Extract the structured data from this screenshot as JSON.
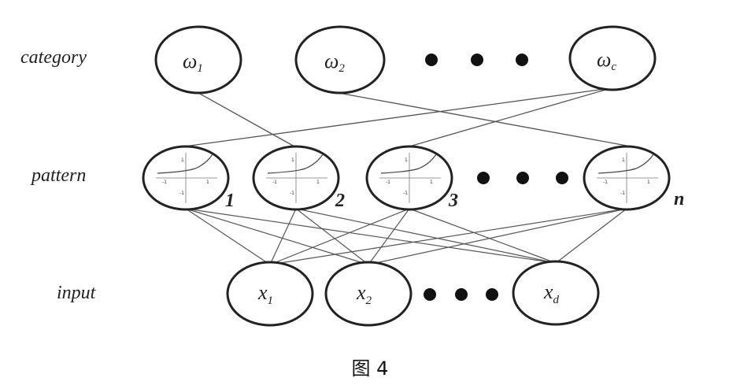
{
  "rows": {
    "category": "category",
    "pattern": "pattern",
    "input": "input"
  },
  "category_nodes": [
    {
      "symbol": "ω",
      "sub": "1"
    },
    {
      "symbol": "ω",
      "sub": "2"
    },
    {
      "symbol": "ω",
      "sub": "c"
    }
  ],
  "pattern_nodes": [
    {
      "index": "1"
    },
    {
      "index": "2"
    },
    {
      "index": "3"
    },
    {
      "index": "n"
    }
  ],
  "pattern_plot_ticks": {
    "pos": "1",
    "neg": "-1",
    "left": "-1",
    "right": "1"
  },
  "input_nodes": [
    {
      "symbol": "x",
      "sub": "1"
    },
    {
      "symbol": "x",
      "sub": "2"
    },
    {
      "symbol": "x",
      "sub": "d"
    }
  ],
  "caption": "图 4"
}
